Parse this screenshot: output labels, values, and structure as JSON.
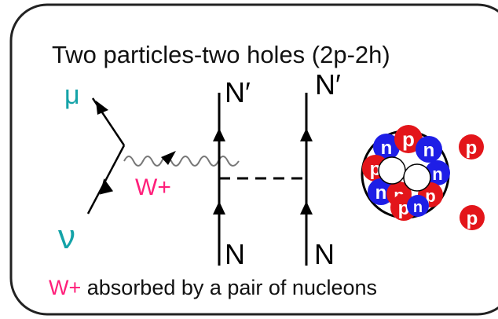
{
  "title": "Two particles-two holes (2p-2h)",
  "labels": {
    "muon": "μ",
    "neutrino": "ν",
    "boson": "W+",
    "nucleon_out_1": "N′",
    "nucleon_out_2": "N′",
    "nucleon_in_1": "N",
    "nucleon_in_2": "N"
  },
  "caption": {
    "boson": "W+",
    "text": " absorbed by a pair of nucleons"
  },
  "nucleus": {
    "protons": [
      "p",
      "p",
      "p",
      "p",
      "p",
      "p"
    ],
    "neutrons": [
      "n",
      "n",
      "n",
      "n",
      "n",
      "n"
    ],
    "ejected": [
      "p",
      "p"
    ]
  },
  "colors": {
    "lepton": "#14a3a8",
    "boson": "#ff1f7a",
    "proton": "#e3151a",
    "neutron": "#1e1ee6",
    "line": "#000000",
    "frame": "#222222"
  }
}
